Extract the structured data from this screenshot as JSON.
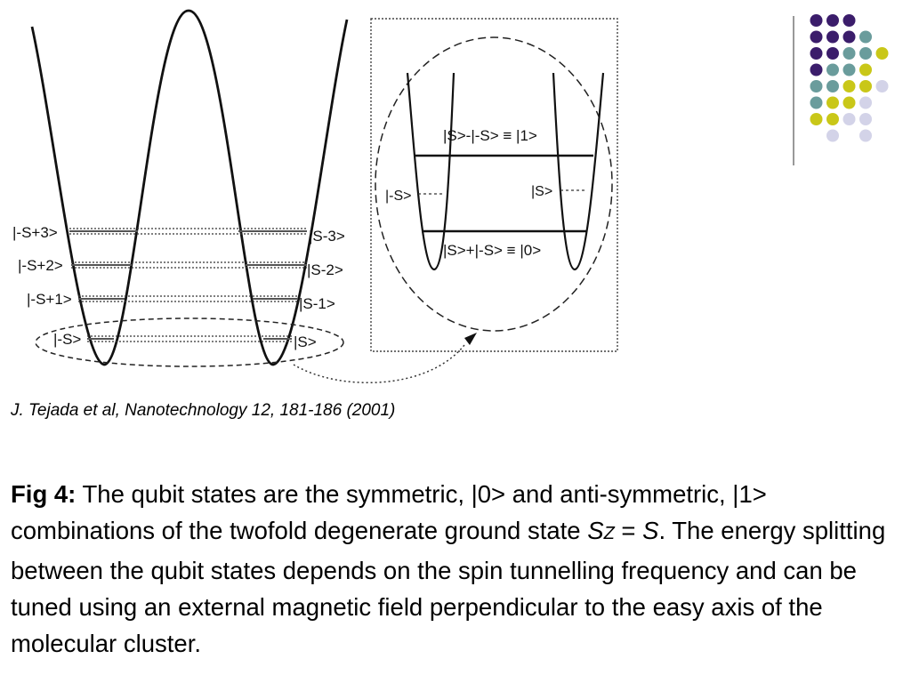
{
  "diagram": {
    "left_levels": [
      "|-S+3>",
      "|-S+2>",
      "|-S+1>",
      "|-S>"
    ],
    "right_levels": [
      "|S-3>",
      "|S-2>",
      "|S-1>",
      "|S>"
    ],
    "inset": {
      "excited_label": "|S>-|-S> ≡ |1>",
      "ground_label": "|S>+|-S> ≡ |0>",
      "left_state": "|-S>",
      "right_state": "|S>"
    }
  },
  "citation": "J. Tejada et al, Nanotechnology 12, 181-186 (2001)",
  "caption": {
    "label": "Fig 4:",
    "part1": " The qubit states are the symmetric, |0> and anti-symmetric, |1> combinations of the twofold degenerate ground state ",
    "sz_symbol": "S",
    "sz_sub": "Z",
    "equals": " = ",
    "s_symbol": "S",
    "part2": ". The energy splitting between the qubit states depends on the spin tunnelling frequency and can be tuned using an external magnetic field perpendicular to the easy axis of the molecular cluster."
  },
  "decoration": {
    "colors": {
      "purple": "#3b1d6b",
      "teal": "#6a9c9c",
      "yellow": "#c9c718",
      "lavender": "#d3d3e8"
    }
  }
}
